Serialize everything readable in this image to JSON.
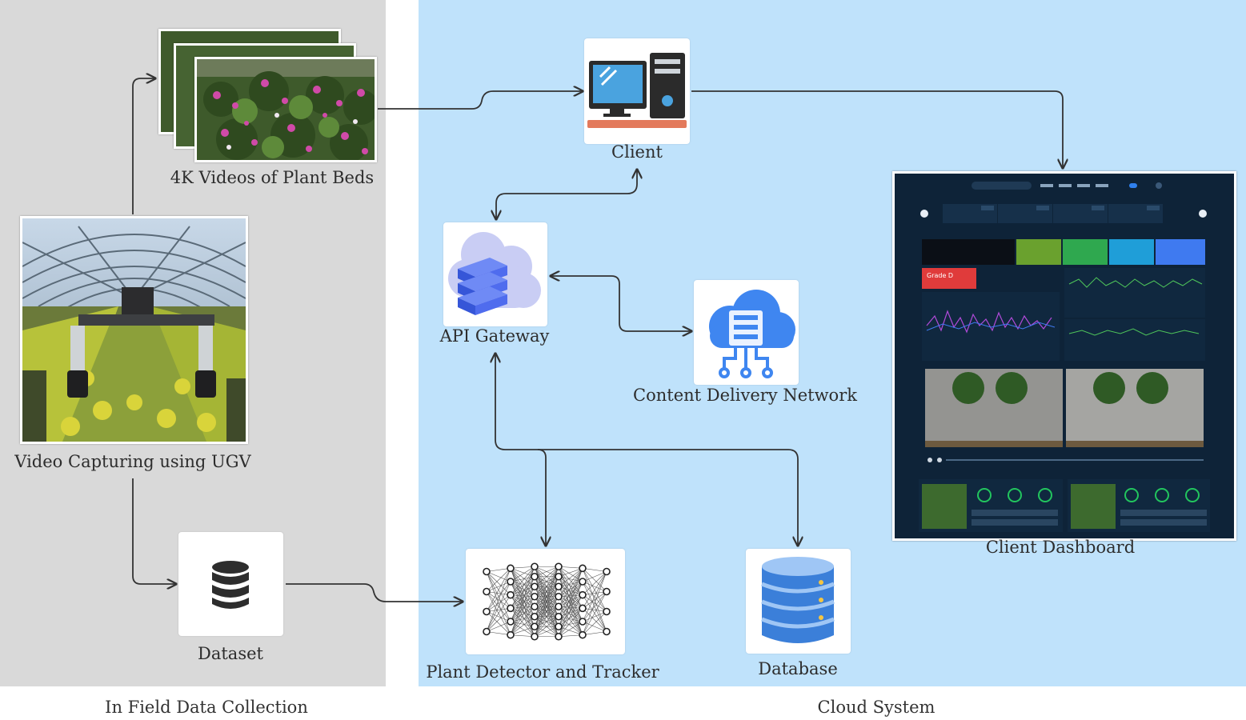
{
  "sections": {
    "field": "In Field Data Collection",
    "cloud": "Cloud System"
  },
  "nodes": {
    "videos": "4K Videos of Plant Beds",
    "ugv": "Video Capturing using UGV",
    "dataset": "Dataset",
    "client": "Client",
    "api": "API Gateway",
    "cdn": "Content Delivery Network",
    "detector": "Plant Detector and Tracker",
    "database": "Database",
    "dashboard": "Client Dashboard"
  },
  "dashboard": {
    "grade": "Grade D"
  },
  "colors": {
    "field_bg": "#d9d9d9",
    "cloud_bg": "#bfe2fb",
    "dashboard_bg": "#0e2338",
    "accent_blue": "#2f80ed",
    "grade_red": "#e03b3b"
  }
}
